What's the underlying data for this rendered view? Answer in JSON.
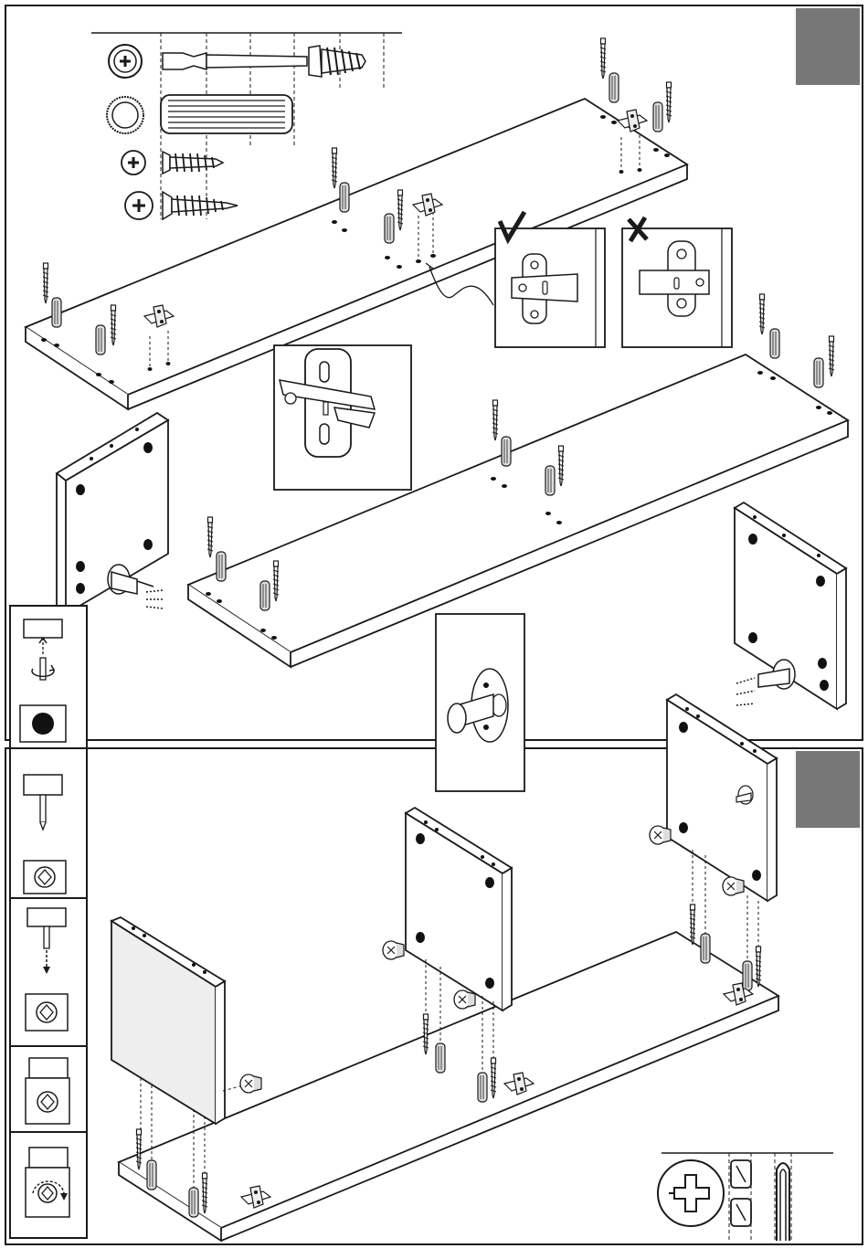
{
  "figure": {
    "step_tabs": [
      "",
      ""
    ],
    "hardware_legend": [
      "cam-bolt",
      "dowel",
      "short-screw",
      "long-screw"
    ],
    "detail_views": [
      "correct-orientation-check",
      "wrong-orientation-cross",
      "hinge-plate-detail",
      "cam-bolt-detail",
      "screwdriver-and-clip-detail"
    ],
    "side_instructions": [
      "insert-cam-bolt",
      "cam-hole",
      "insert-pin",
      "cam-lock",
      "push-down",
      "locked",
      "rotate-clockwise"
    ]
  },
  "colors": {
    "line": "#1a1a1a",
    "panel_fill": "#eeeeee",
    "tab_gray": "#777777",
    "hole": "#111111"
  }
}
